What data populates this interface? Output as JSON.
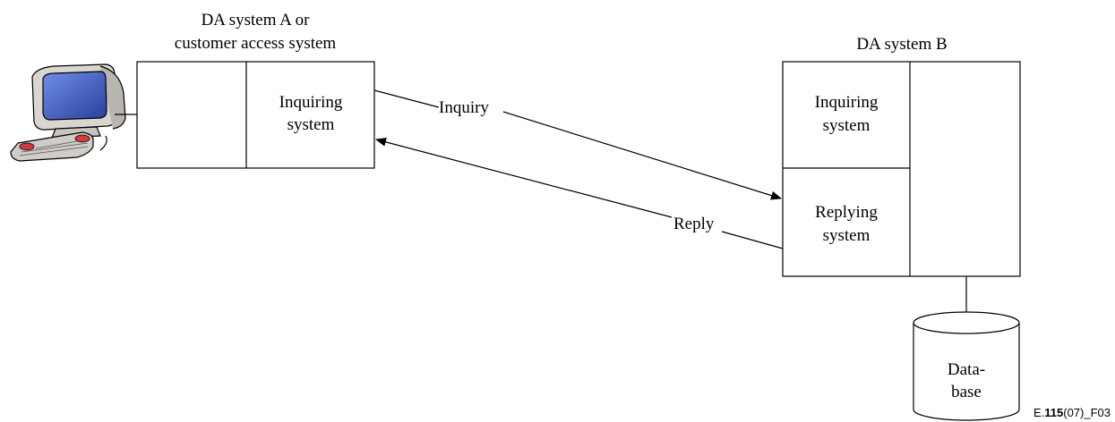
{
  "system_a": {
    "title_line1": "DA system A or",
    "title_line2": "customer access system",
    "inquiring_line1": "Inquiring",
    "inquiring_line2": "system"
  },
  "system_b": {
    "title": "DA system B",
    "inquiring_line1": "Inquiring",
    "inquiring_line2": "system",
    "replying_line1": "Replying",
    "replying_line2": "system"
  },
  "arrows": {
    "inquiry": "Inquiry",
    "reply": "Reply"
  },
  "database": {
    "line1": "Data-",
    "line2": "base"
  },
  "figure_id": {
    "prefix": "E.",
    "number": "115",
    "suffix": "(07)_F03"
  },
  "terminal_icon": "computer-terminal-icon"
}
